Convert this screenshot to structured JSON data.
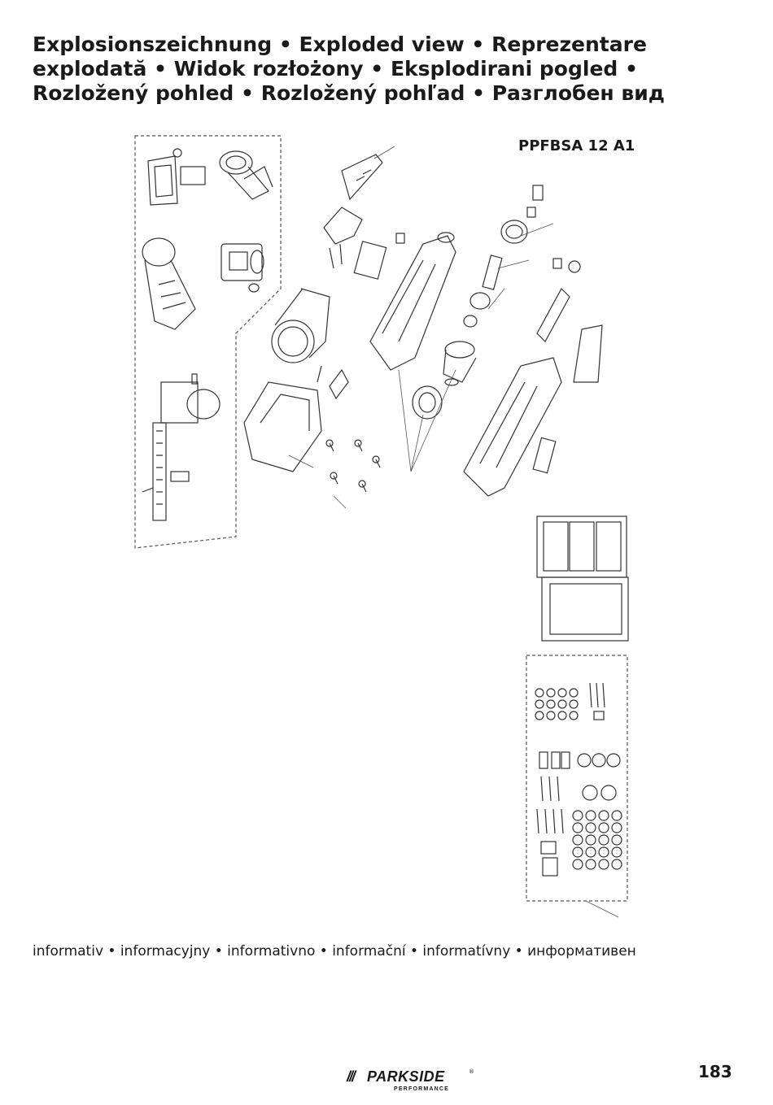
{
  "header": {
    "title": "Explosionszeichnung • Exploded view • Reprezentare explodată • Widok rozłożony • Eksplodirani pogled • Rozložený pohled • Rozložený pohľad • Разглобен вид",
    "model": "PPFBSA 12 A1"
  },
  "footnote": "informativ • informacyjny • informativno • informační • informatívny • информативен",
  "footer": {
    "brand": "PARKSIDE",
    "brand_mark": "///",
    "registered": "®",
    "brand_sub": "PERFORMANCE",
    "page_number": "183"
  }
}
